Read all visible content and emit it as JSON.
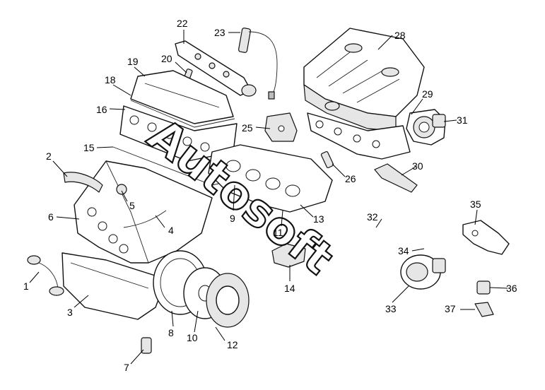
{
  "watermark": "Autosoft",
  "callouts": [
    {
      "id": "1",
      "label": "1"
    },
    {
      "id": "2",
      "label": "2"
    },
    {
      "id": "3",
      "label": "3"
    },
    {
      "id": "4",
      "label": "4"
    },
    {
      "id": "5",
      "label": "5"
    },
    {
      "id": "6",
      "label": "6"
    },
    {
      "id": "7",
      "label": "7"
    },
    {
      "id": "8",
      "label": "8"
    },
    {
      "id": "9",
      "label": "9"
    },
    {
      "id": "10",
      "label": "10"
    },
    {
      "id": "11",
      "label": "11"
    },
    {
      "id": "12",
      "label": "12"
    },
    {
      "id": "13",
      "label": "13"
    },
    {
      "id": "14",
      "label": "14"
    },
    {
      "id": "15",
      "label": "15"
    },
    {
      "id": "16",
      "label": "16"
    },
    {
      "id": "18",
      "label": "18"
    },
    {
      "id": "19",
      "label": "19"
    },
    {
      "id": "20",
      "label": "20"
    },
    {
      "id": "22",
      "label": "22"
    },
    {
      "id": "23",
      "label": "23"
    },
    {
      "id": "25",
      "label": "25"
    },
    {
      "id": "26",
      "label": "26"
    },
    {
      "id": "28",
      "label": "28"
    },
    {
      "id": "29",
      "label": "29"
    },
    {
      "id": "30",
      "label": "30"
    },
    {
      "id": "31",
      "label": "31"
    },
    {
      "id": "32",
      "label": "32"
    },
    {
      "id": "33",
      "label": "33"
    },
    {
      "id": "34",
      "label": "34"
    },
    {
      "id": "35",
      "label": "35"
    },
    {
      "id": "36",
      "label": "36"
    },
    {
      "id": "37",
      "label": "37"
    }
  ]
}
